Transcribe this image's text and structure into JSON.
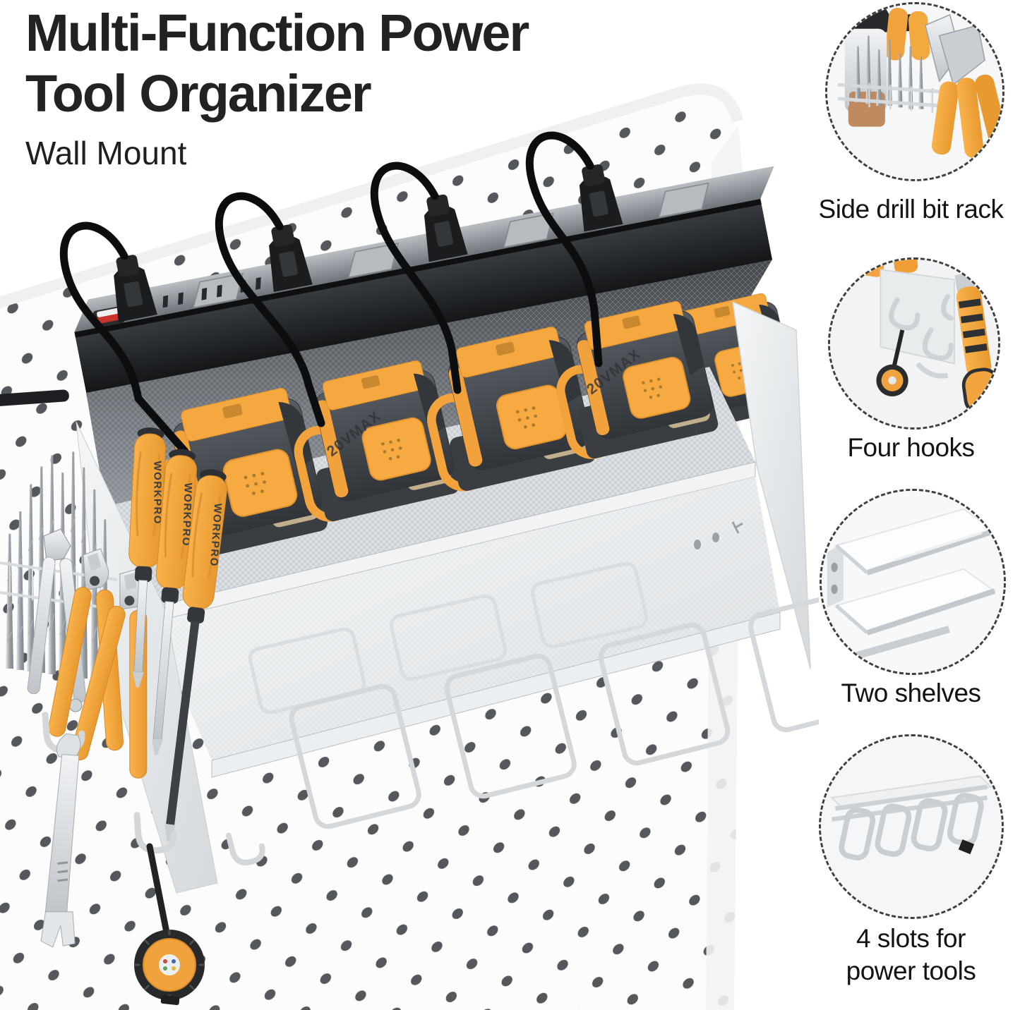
{
  "header": {
    "title_line1": "Multi-Function Power",
    "title_line2": "Tool Organizer",
    "subtitle": "Wall Mount"
  },
  "features": [
    {
      "id": "side-drill-bit-rack",
      "line1": "Side drill bit rack",
      "line2": ""
    },
    {
      "id": "four-hooks",
      "line1": "Four hooks",
      "line2": ""
    },
    {
      "id": "two-shelves",
      "line1": "Two shelves",
      "line2": ""
    },
    {
      "id": "four-slots",
      "line1": "4 slots for",
      "line2": "power tools"
    }
  ],
  "product": {
    "brand_text": "WORKPRO",
    "battery_text": "20VMAX",
    "colors": {
      "accent_orange": "#F2A43C",
      "tool_dark_gray": "#3E4348",
      "power_strip_black": "#24272A",
      "steel_silver": "#E9EDEF",
      "pegboard_white": "#FCFCFD",
      "pegboard_dot": "#54585C",
      "switch_red": "#C8342B",
      "text_black": "#1B1B1B"
    }
  }
}
